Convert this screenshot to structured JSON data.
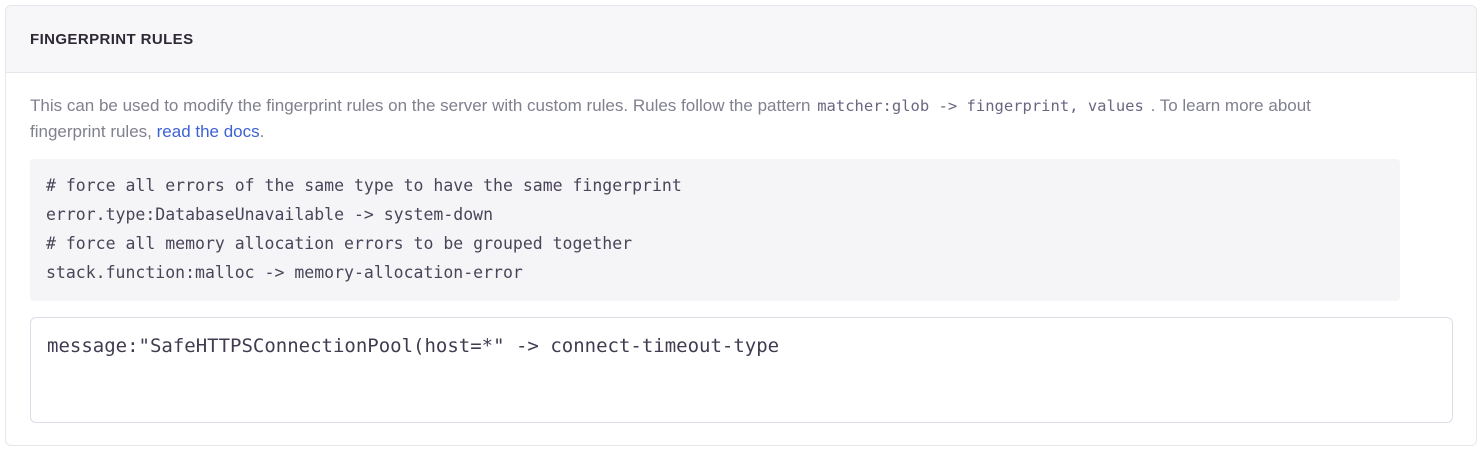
{
  "panel": {
    "title": "FINGERPRINT RULES",
    "description": {
      "lead": "This can be used to modify the fingerprint rules on the server with custom rules. Rules follow the pattern ",
      "inline_code": "matcher:glob -> fingerprint, values",
      "mid": " . To learn more about fingerprint rules, ",
      "link_label": "read the docs",
      "tail": "."
    },
    "example_block": {
      "lines": [
        "# force all errors of the same type to have the same fingerprint",
        "error.type:DatabaseUnavailable -> system-down",
        "# force all memory allocation errors to be grouped together",
        "stack.function:malloc -> memory-allocation-error"
      ]
    },
    "rules_field": {
      "value": "message:\"SafeHTTPSConnectionPool(host=*\" -> connect-timeout-type",
      "placeholder": "matcher:glob -> fingerprint, values"
    }
  },
  "colors": {
    "link": "#3d62d4",
    "header_bg": "#f7f7fa",
    "code_bg": "#f5f5f8",
    "border": "#e7e6ec",
    "title_text": "#2f2936",
    "body_text": "#80808f"
  }
}
